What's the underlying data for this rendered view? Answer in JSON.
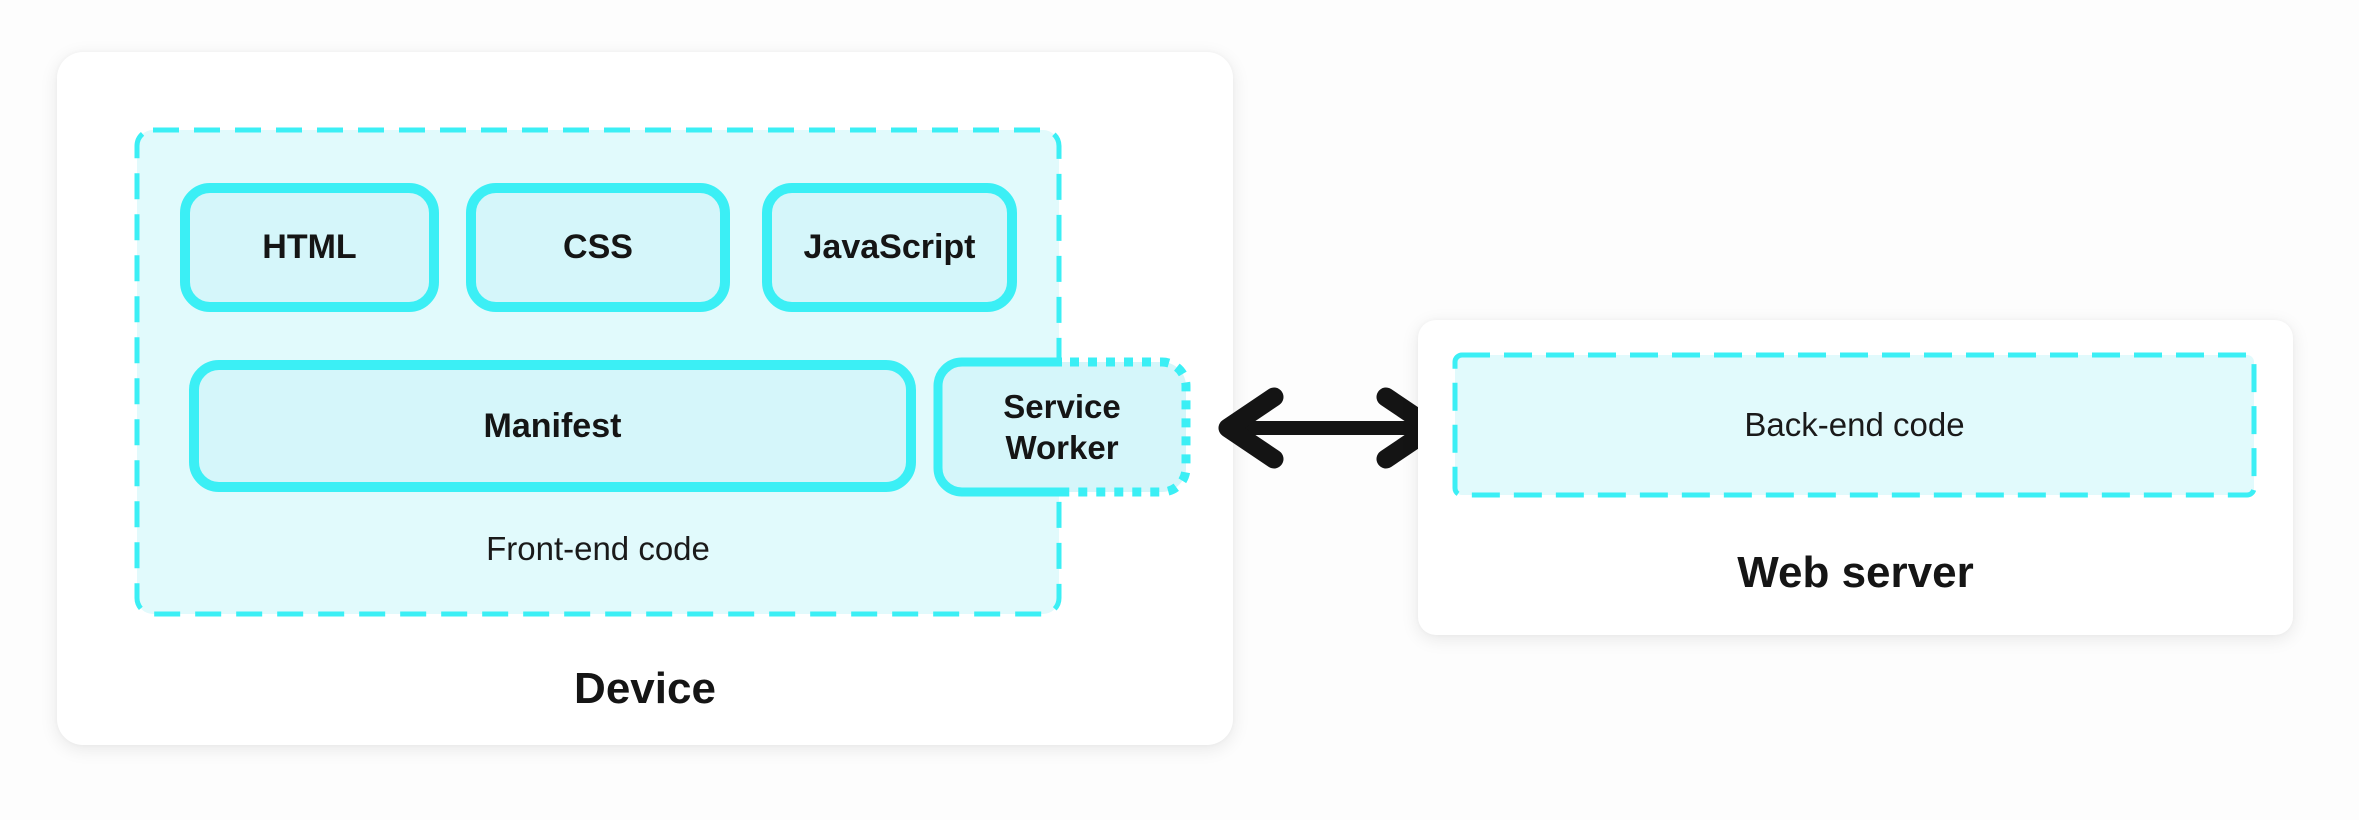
{
  "device": {
    "label": "Device",
    "frontend": {
      "label": "Front-end code",
      "boxes": [
        "HTML",
        "CSS",
        "JavaScript"
      ],
      "manifest_label": "Manifest",
      "service_worker_label": "Service Worker"
    }
  },
  "server": {
    "label": "Web server",
    "backend_label": "Back-end code"
  },
  "arrow": {
    "icon": "double-headed-arrow-icon",
    "direction": "bidirectional"
  },
  "colors": {
    "cyan_border": "#3BEFF5",
    "container_fill": "#E1FAFC",
    "box_fill": "#D5F6FA",
    "text_dark": "#151515",
    "arrow_color": "#141414",
    "card_bg": "#ffffff",
    "page_bg": "#fdfdfd"
  }
}
